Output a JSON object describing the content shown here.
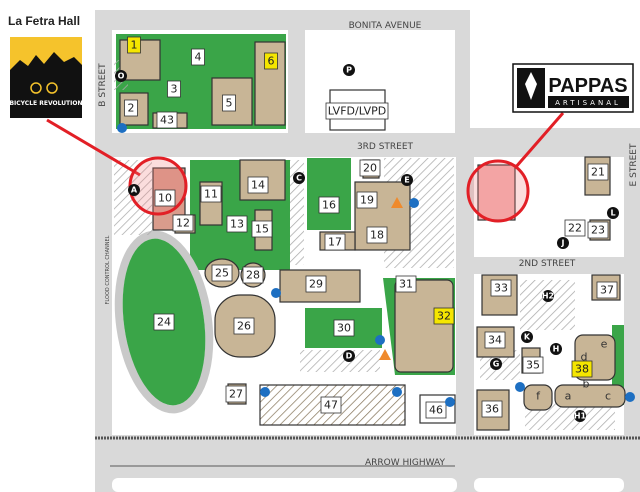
{
  "callouts": {
    "la_fetra": {
      "title": "La Fetra Hall",
      "logo_text": "BICYCLE REVOLUTION"
    },
    "pappas": {
      "logo_text": "PAPPAS",
      "logo_subtext": "ARTISANAL"
    }
  },
  "streets": {
    "north": "BONITA AVENUE",
    "west": "B STREET",
    "middle": "3RD STREET",
    "east": "E STREET",
    "second": "2ND STREET",
    "south": "ARROW  HIGHWAY",
    "channel": "FLOOD CONTROL CHANNEL"
  },
  "buildings": [
    "1",
    "2",
    "3",
    "4",
    "5",
    "6",
    "43",
    "LVFD/LVPD",
    "10",
    "11",
    "12",
    "13",
    "14",
    "15",
    "16",
    "17",
    "18",
    "19",
    "20",
    "21",
    "22",
    "23",
    "24",
    "25",
    "26",
    "27",
    "28",
    "29",
    "30",
    "31",
    "32",
    "33",
    "34",
    "35",
    "36",
    "37",
    "38",
    "46",
    "47"
  ],
  "highlighted_buildings": [
    "1",
    "6",
    "32",
    "38"
  ],
  "parking_lots": [
    "O",
    "P",
    "A",
    "C",
    "E",
    "L",
    "J",
    "K",
    "G",
    "H",
    "H2",
    "H1",
    "D"
  ],
  "building_sections": [
    "a",
    "b",
    "c",
    "d",
    "e",
    "f"
  ],
  "colors": {
    "highlight_circle": "#e21f26",
    "grass": "#3aa548",
    "building": "#c8b596",
    "road": "#d2d2d2",
    "highlight_label": "#f5e600",
    "accessibility_dot": "#1d6fc2",
    "emergency_triangle": "#ef8a2c"
  }
}
